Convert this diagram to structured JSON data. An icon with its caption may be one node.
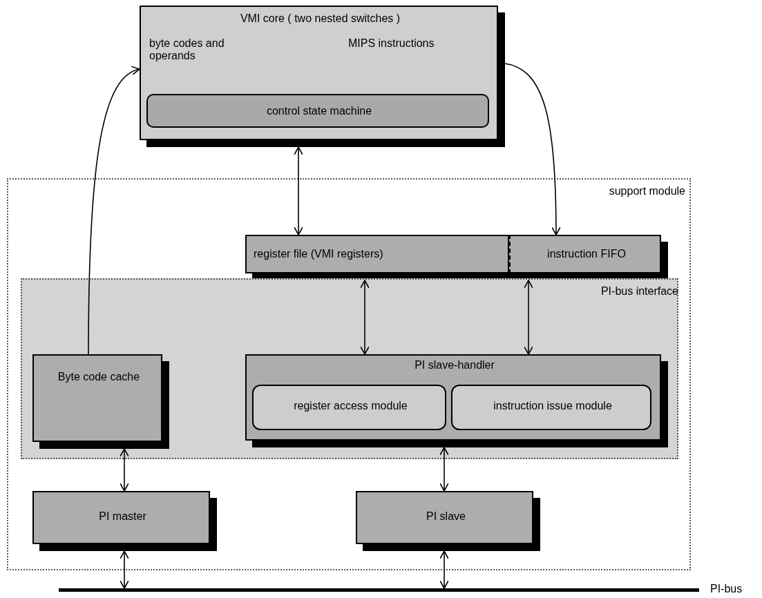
{
  "diagram": {
    "nodes": [
      {
        "text": [
          "VMI core ( two nested switches )",
          "byte codes and operands",
          "MIPS instructions"
        ]
      },
      {
        "text": [
          "control state machine"
        ],
        "in": 0
      },
      {
        "text": [
          "support module"
        ]
      },
      {
        "text": [
          "register file (VMI registers)"
        ],
        "in": 2
      },
      {
        "text": [
          "instruction FIFO"
        ],
        "in": 2
      },
      {
        "text": [
          "PI-bus interface"
        ],
        "in": 2
      },
      {
        "text": [
          "Byte code cache"
        ],
        "in": 5
      },
      {
        "text": [
          "PI slave-handler"
        ],
        "in": 5
      },
      {
        "text": [
          "register access module"
        ],
        "in": 7
      },
      {
        "text": [
          "instruction issue module"
        ],
        "in": 7
      },
      {
        "text": [
          "PI master"
        ],
        "in": 2
      },
      {
        "text": [
          "PI slave"
        ],
        "in": 2
      },
      {
        "text": [],
        "shape": "bar",
        "beside": [
          "PI-bus"
        ]
      }
    ],
    "edges": [
      {
        "from": 6,
        "to": 0,
        "arrow": "to"
      },
      {
        "from": 0,
        "to": 4,
        "arrow": "to"
      },
      {
        "from": 0,
        "to": 3,
        "arrow": "both"
      },
      {
        "from": 3,
        "to": 7,
        "arrow": "both"
      },
      {
        "from": 4,
        "to": 7,
        "arrow": "both"
      },
      {
        "from": 6,
        "to": 10,
        "arrow": "both"
      },
      {
        "from": 7,
        "to": 11,
        "arrow": "both"
      },
      {
        "from": 10,
        "to": 12,
        "arrow": "both"
      },
      {
        "from": 11,
        "to": 12,
        "arrow": "both"
      }
    ]
  }
}
